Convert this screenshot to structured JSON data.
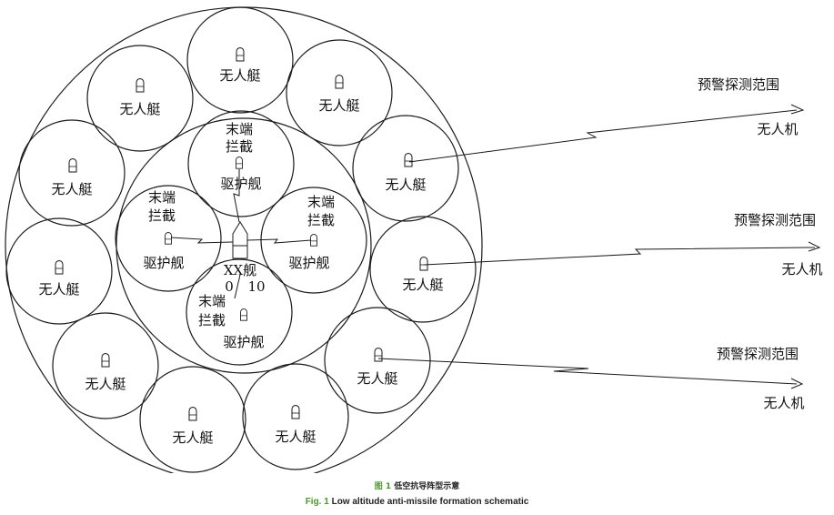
{
  "labels": {
    "usv": "无人艇",
    "terminal_line1": "末端",
    "terminal_line2": "拦截",
    "escort": "驱护舰",
    "main_ship": "XX舰",
    "scale_0": "0",
    "scale_10": "10",
    "early_warning_range": "预警探测范围",
    "uav": "无人机"
  },
  "caption": {
    "cn_prefix": "图 1",
    "cn_text": "低空抗导阵型示意",
    "en_prefix": "Fig. 1",
    "en_text": "Low altitude anti-missile formation schematic"
  },
  "colors": {
    "line": "#1a1a1a",
    "caption_accent": "#4a9a2a"
  }
}
